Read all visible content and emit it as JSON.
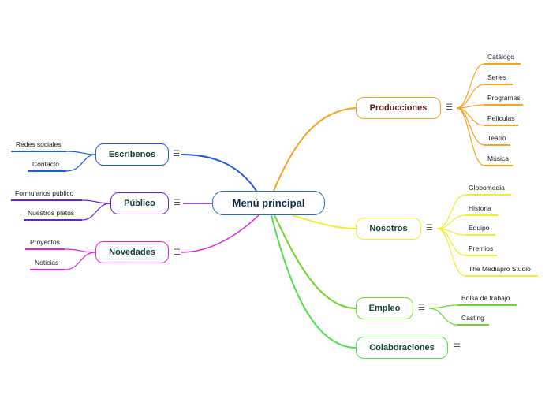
{
  "root": {
    "label": "Menú principal"
  },
  "colors": {
    "producciones": "#f6a21f",
    "nosotros": "#f2ee2a",
    "empleo": "#6ed62a",
    "colaboraciones": "#4fe04a",
    "escribenos": "#1f5be0",
    "publico": "#6a1fd6",
    "novedades": "#e020e0",
    "root_border": "#2a6fb0"
  },
  "branches": {
    "producciones": {
      "label": "Producciones",
      "menu_icon": "☰",
      "children": [
        "Catálogo",
        "Series",
        "Programas",
        "Películas",
        "Teatro",
        "Música"
      ]
    },
    "nosotros": {
      "label": "Nosotros",
      "menu_icon": "☰",
      "children": [
        "Globomedia",
        "Historia",
        "Equipo",
        "Premios",
        "The Mediapro Studio"
      ]
    },
    "empleo": {
      "label": "Empleo",
      "menu_icon": "☰",
      "children": [
        "Bolsa de trabajo",
        "Casting"
      ]
    },
    "colaboraciones": {
      "label": "Colaboraciones",
      "menu_icon": "☰",
      "children": []
    },
    "escribenos": {
      "label": "Escríbenos",
      "menu_icon": "☰",
      "children": [
        "Redes sociales",
        "Contacto"
      ]
    },
    "publico": {
      "label": "Público",
      "menu_icon": "☰",
      "children": [
        "Formularios público",
        "Nuestros platós"
      ]
    },
    "novedades": {
      "label": "Novedades",
      "menu_icon": "☰",
      "children": [
        "Proyectos",
        "Noticias"
      ]
    }
  }
}
